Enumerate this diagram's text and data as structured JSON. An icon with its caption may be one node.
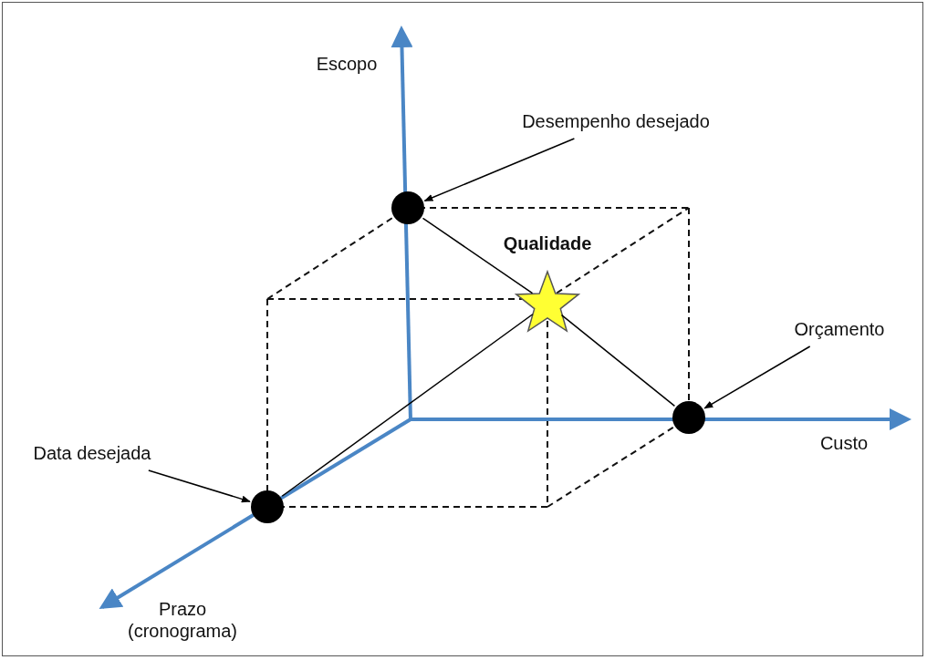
{
  "diagram": {
    "nodes": [
      {
        "text": [
          "Desempenho desejado"
        ]
      },
      {
        "text": [],
        "shape": "circle"
      },
      {
        "text": [
          "Orçamento"
        ]
      },
      {
        "text": [],
        "shape": "circle"
      },
      {
        "text": [
          "Data desejada"
        ]
      },
      {
        "text": [],
        "shape": "circle"
      },
      {
        "text": [
          "Qualidade"
        ]
      }
    ],
    "edges": [
      {
        "from": 0,
        "to": 1,
        "arrow": "to"
      },
      {
        "from": 2,
        "to": 3,
        "arrow": "to"
      },
      {
        "from": 4,
        "to": 5,
        "arrow": "to"
      },
      {
        "from": 1,
        "to": 6,
        "arrow": "none"
      },
      {
        "from": 6,
        "to": 3,
        "arrow": "none"
      },
      {
        "from": 5,
        "to": 6,
        "arrow": "none"
      }
    ],
    "labels": [
      "Escopo",
      "Custo",
      "Prazo (cronograma)"
    ]
  }
}
